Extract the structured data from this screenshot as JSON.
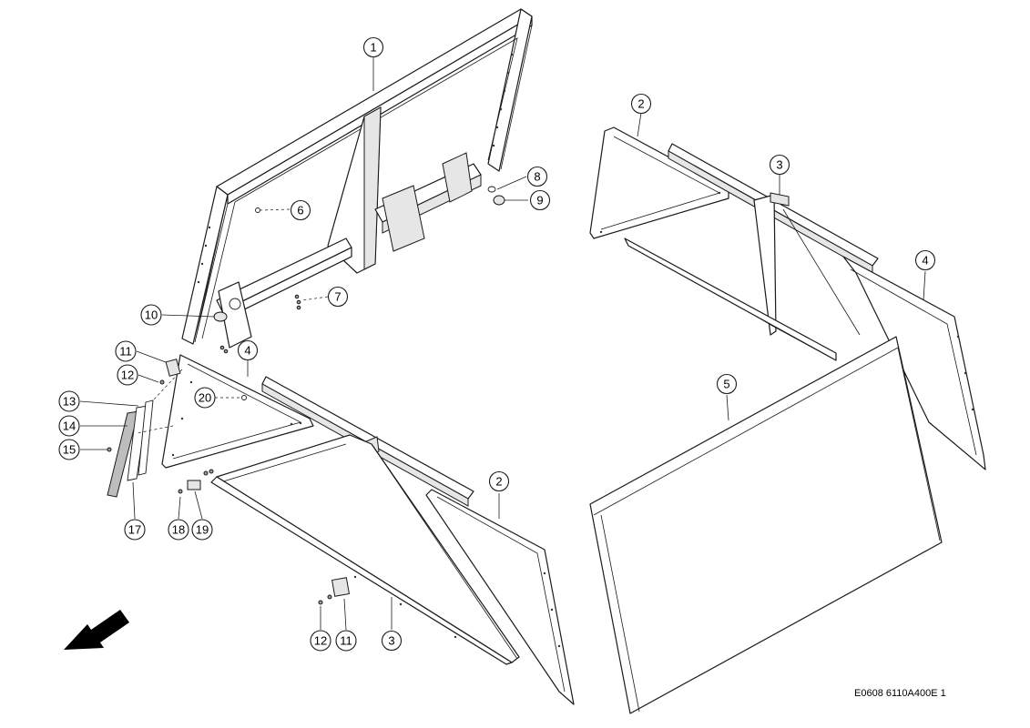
{
  "drawing": {
    "code": "E0608 6110A400E 1",
    "direction_indicator": "arrow-icon",
    "callouts": [
      {
        "id": "c1",
        "label": "1"
      },
      {
        "id": "c2a",
        "label": "2"
      },
      {
        "id": "c3a",
        "label": "3"
      },
      {
        "id": "c4a",
        "label": "4"
      },
      {
        "id": "c5",
        "label": "5"
      },
      {
        "id": "c6",
        "label": "6"
      },
      {
        "id": "c7",
        "label": "7"
      },
      {
        "id": "c8",
        "label": "8"
      },
      {
        "id": "c9",
        "label": "9"
      },
      {
        "id": "c10",
        "label": "10"
      },
      {
        "id": "c11a",
        "label": "11"
      },
      {
        "id": "c12a",
        "label": "12"
      },
      {
        "id": "c4b",
        "label": "4"
      },
      {
        "id": "c20",
        "label": "20"
      },
      {
        "id": "c13",
        "label": "13"
      },
      {
        "id": "c14",
        "label": "14"
      },
      {
        "id": "c15",
        "label": "15"
      },
      {
        "id": "c17",
        "label": "17"
      },
      {
        "id": "c18",
        "label": "18"
      },
      {
        "id": "c19",
        "label": "19"
      },
      {
        "id": "c2b",
        "label": "2"
      },
      {
        "id": "c12b",
        "label": "12"
      },
      {
        "id": "c11b",
        "label": "11"
      },
      {
        "id": "c3b",
        "label": "3"
      }
    ]
  }
}
